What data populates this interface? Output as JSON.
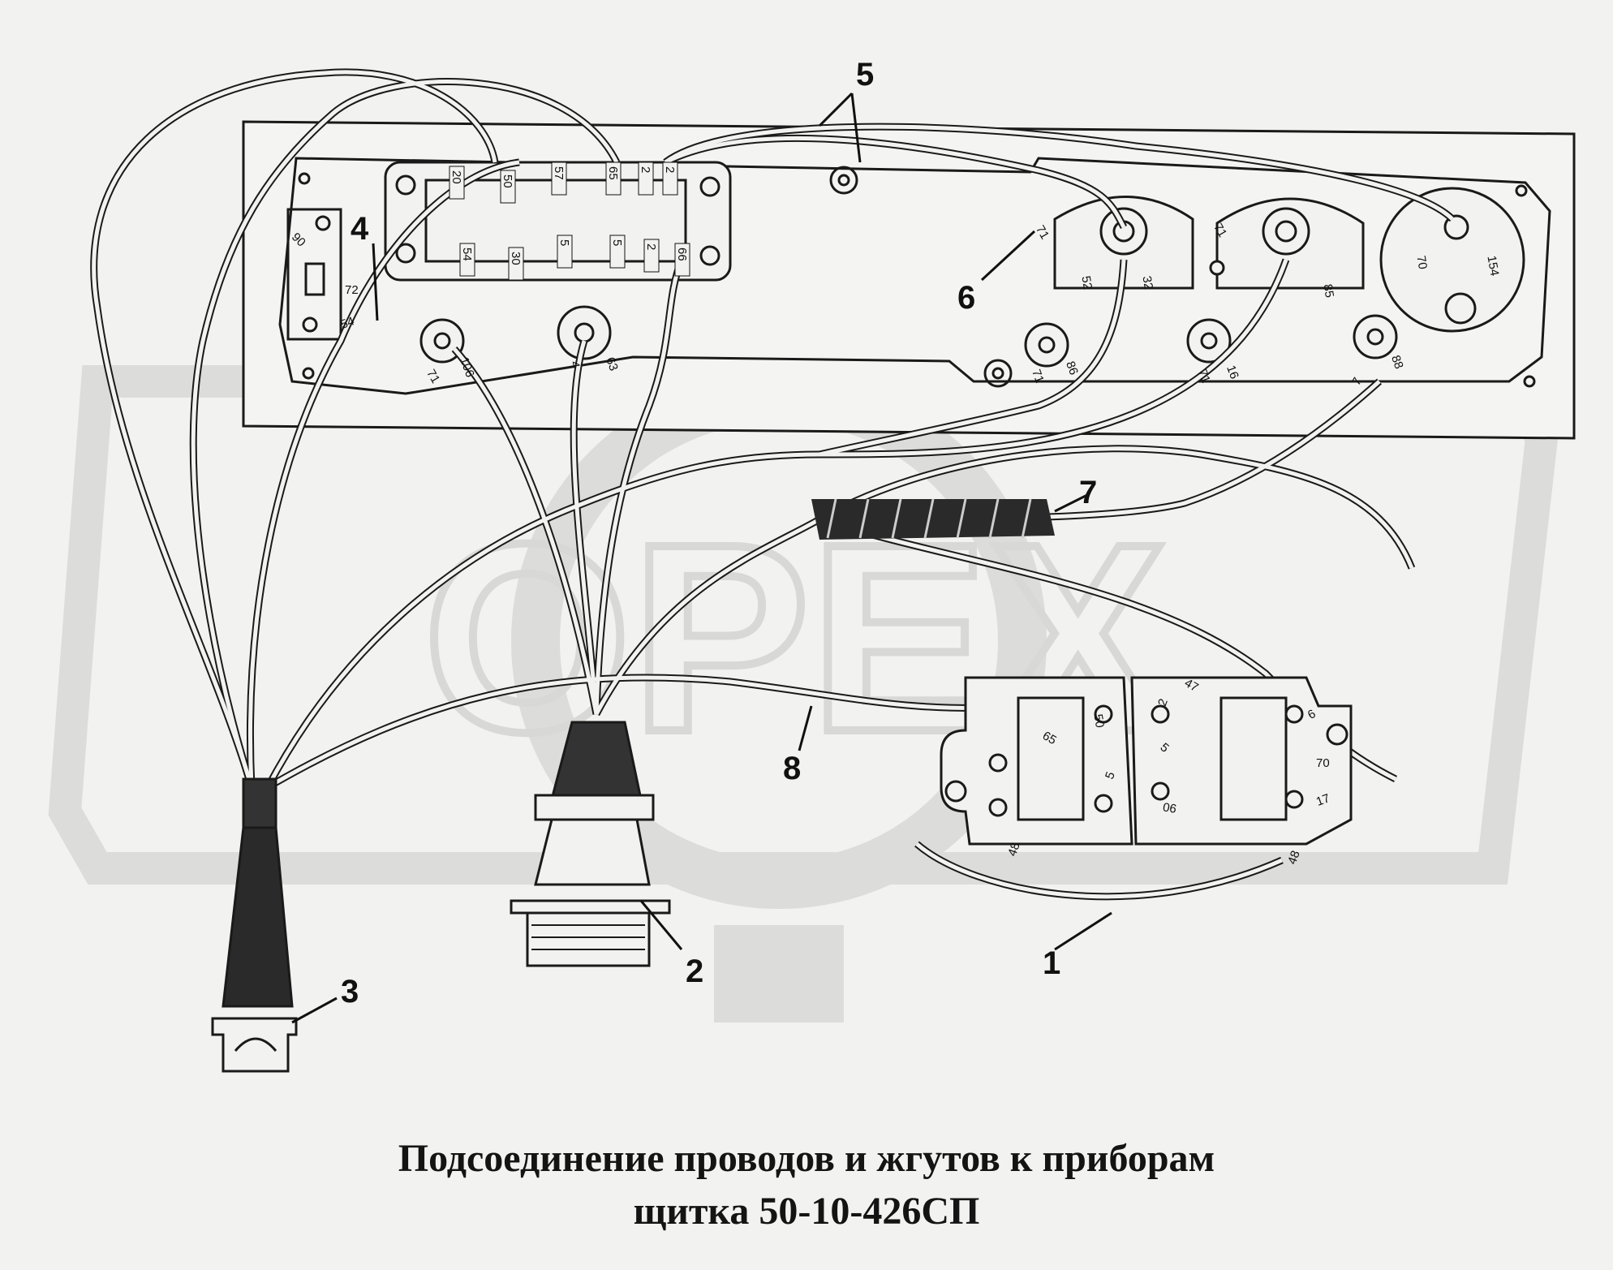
{
  "caption": {
    "line1": "Подсоединение проводов и жгутов к приборам",
    "line2": "щитка 50-10-426СП"
  },
  "callouts": [
    "1",
    "2",
    "3",
    "4",
    "5",
    "6",
    "7",
    "8"
  ],
  "wire_tags": {
    "terminal_block": [
      "20",
      "50",
      "57",
      "65",
      "2",
      "2",
      "54",
      "30",
      "5",
      "5",
      "2",
      "66"
    ],
    "left_switch": [
      "90",
      "72",
      "54"
    ],
    "lamps_left": [
      "71",
      "106",
      "4",
      "63"
    ],
    "gauges": [
      "71",
      "52",
      "32",
      "71",
      "85",
      "70",
      "154"
    ],
    "lamps_right": [
      "71",
      "86",
      "71",
      "16",
      "7",
      "88"
    ],
    "switch_blocks": [
      "65",
      "50",
      "2",
      "5",
      "47",
      "5",
      "6",
      "70",
      "90",
      "17",
      "48",
      "48"
    ]
  },
  "watermark": "ОРЕХ",
  "colors": {
    "ink": "#111111",
    "paper": "#f2f2f0",
    "watermark": "#dcdcda"
  }
}
